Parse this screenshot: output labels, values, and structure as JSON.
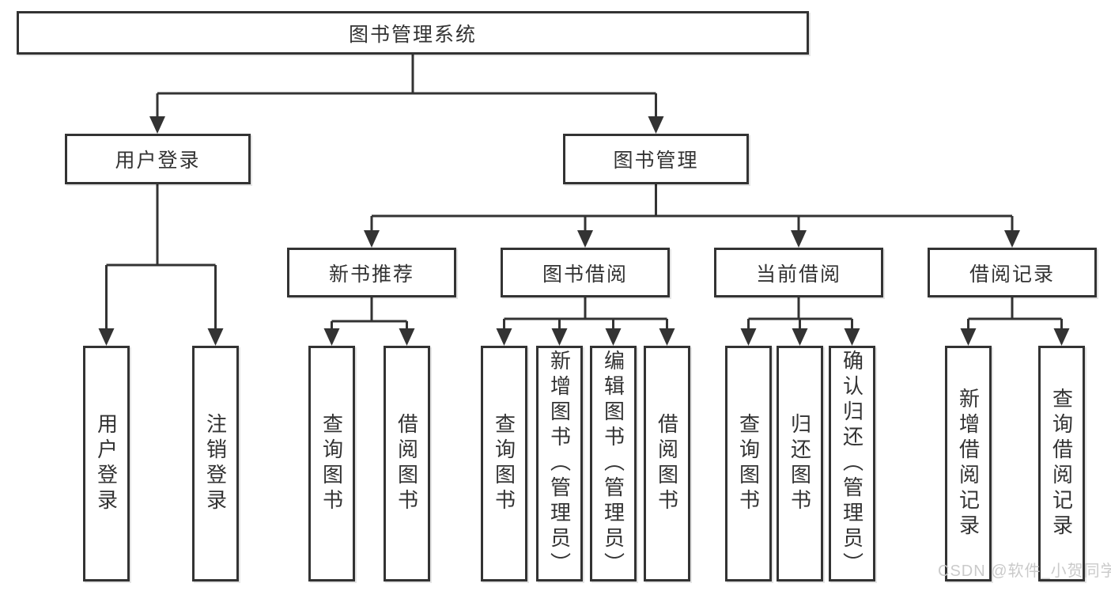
{
  "colors": {
    "line": "#333333",
    "box_border": "#333333",
    "text": "#333333",
    "background": "#ffffff",
    "watermark": "#c8c8c8"
  },
  "watermark": {
    "text": "CSDN @软件_小贺同学"
  },
  "tree": {
    "label": "图书管理系统",
    "children": [
      {
        "label": "用户登录",
        "children": [
          {
            "label": "用户登录"
          },
          {
            "label": "注销登录"
          }
        ]
      },
      {
        "label": "图书管理",
        "children": [
          {
            "label": "新书推荐",
            "children": [
              {
                "label": "查询图书"
              },
              {
                "label": "借阅图书"
              }
            ]
          },
          {
            "label": "图书借阅",
            "children": [
              {
                "label": "查询图书"
              },
              {
                "label": "新增图书（管理员）"
              },
              {
                "label": "编辑图书（管理员）"
              },
              {
                "label": "借阅图书"
              }
            ]
          },
          {
            "label": "当前借阅",
            "children": [
              {
                "label": "查询图书"
              },
              {
                "label": "归还图书"
              },
              {
                "label": "确认归还（管理员）"
              }
            ]
          },
          {
            "label": "借阅记录",
            "children": [
              {
                "label": "新增借阅记录"
              },
              {
                "label": "查询借阅记录"
              }
            ]
          }
        ]
      }
    ]
  }
}
